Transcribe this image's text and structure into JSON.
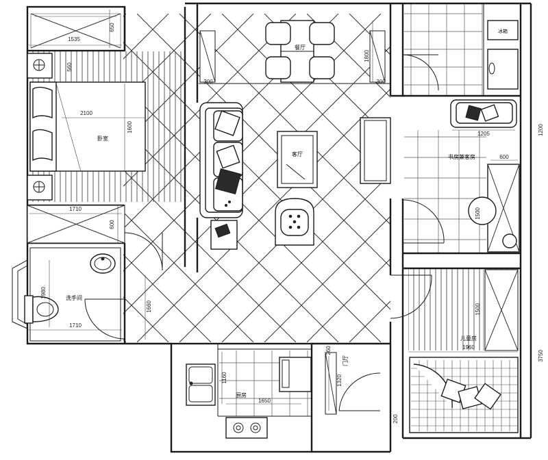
{
  "rooms": {
    "master_bedroom": "卧室",
    "dining": "餐厅",
    "living": "客厅",
    "bathroom": "洗手间",
    "kitchen": "厨房",
    "entry": "门厅",
    "study_guest": "书房兼客房",
    "kids_room": "儿童房",
    "fridge_tag": "冰箱"
  },
  "dimensions": {
    "d1535": "1535",
    "d650": "650",
    "d560": "560",
    "d2100": "2100",
    "d1600": "1600",
    "d1710_top": "1710",
    "d600": "600",
    "d1980": "1980",
    "d1710_bottom": "1710",
    "d1660": "1660",
    "d300_left": "300",
    "d1800": "1800",
    "d300_right": "300",
    "d1205": "1205",
    "d600_study": "600",
    "d1500_study": "1500",
    "d1500_kids": "1500",
    "d1960": "1960",
    "d1160": "1160",
    "d1650": "1650",
    "d260": "260",
    "d1320": "1320",
    "d200": "200",
    "d3750": "3750",
    "d1200": "1200"
  }
}
